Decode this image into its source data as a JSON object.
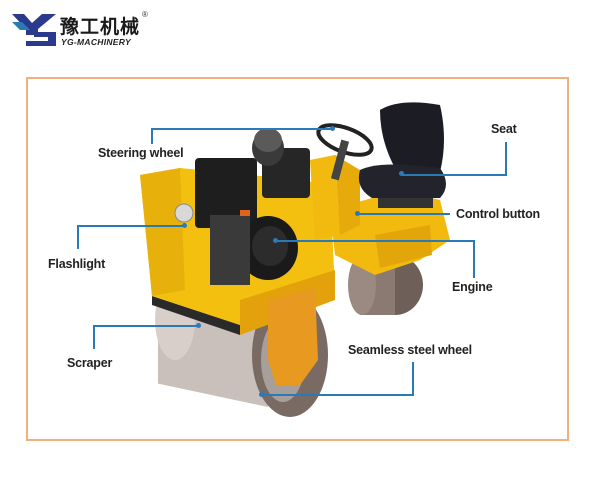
{
  "brand": {
    "name_cn": "豫工机械",
    "name_en": "YG-MACHINERY",
    "registered_mark": "®",
    "colors": {
      "primary": "#2b3a8c",
      "accent": "#2a7ab8"
    }
  },
  "diagram": {
    "subject": "Ride-on double drum road roller",
    "frame_color": "#f0b27a",
    "leader_line_color": "#2a7ab8",
    "labels": [
      {
        "id": "steering-wheel",
        "text": "Steering wheel"
      },
      {
        "id": "seat",
        "text": "Seat"
      },
      {
        "id": "control-button",
        "text": "Control button"
      },
      {
        "id": "flashlight",
        "text": "Flashlight"
      },
      {
        "id": "engine",
        "text": "Engine"
      },
      {
        "id": "scraper",
        "text": "Scraper"
      },
      {
        "id": "seamless-steel-wheel",
        "text": "Seamless steel wheel"
      }
    ]
  }
}
